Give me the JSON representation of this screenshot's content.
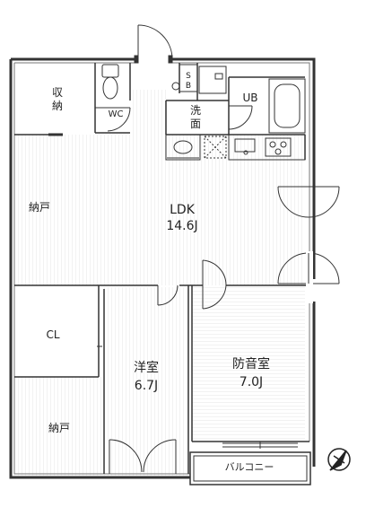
{
  "rooms": {
    "storage": "収\n納",
    "wc": "WC",
    "sb": "S\nB",
    "wash_basin": "洗\n面",
    "washroom": "洗\n面",
    "ub": "UB",
    "nando_left": "納戸",
    "ldk_name": "LDK",
    "ldk_size": "14.6J",
    "cl": "CL",
    "western_name": "洋室",
    "western_size": "6.7J",
    "nando_bottom": "納戸",
    "soundproof_name": "防音室",
    "soundproof_size": "7.0J",
    "balcony": "バルコニー"
  },
  "icons": {
    "compass": "north-arrow-icon"
  },
  "colors": {
    "line": "#333333",
    "hatch": "#e6e6e6",
    "paper": "#ffffff"
  }
}
